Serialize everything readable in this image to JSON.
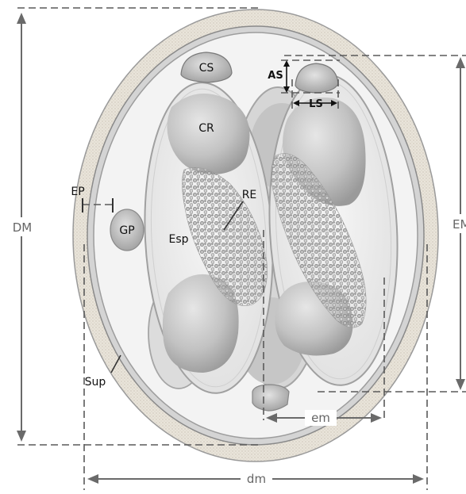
{
  "labels": {
    "cs": "CS",
    "cr": "CR",
    "re": "RE",
    "esp": "Esp",
    "ep": "EP",
    "gp": "GP",
    "sup": "Sup",
    "as": "AS",
    "ls": "LS",
    "em_upper": "EM",
    "em_lower": "em",
    "dm_upper": "DM",
    "dm_lower": "dm"
  }
}
